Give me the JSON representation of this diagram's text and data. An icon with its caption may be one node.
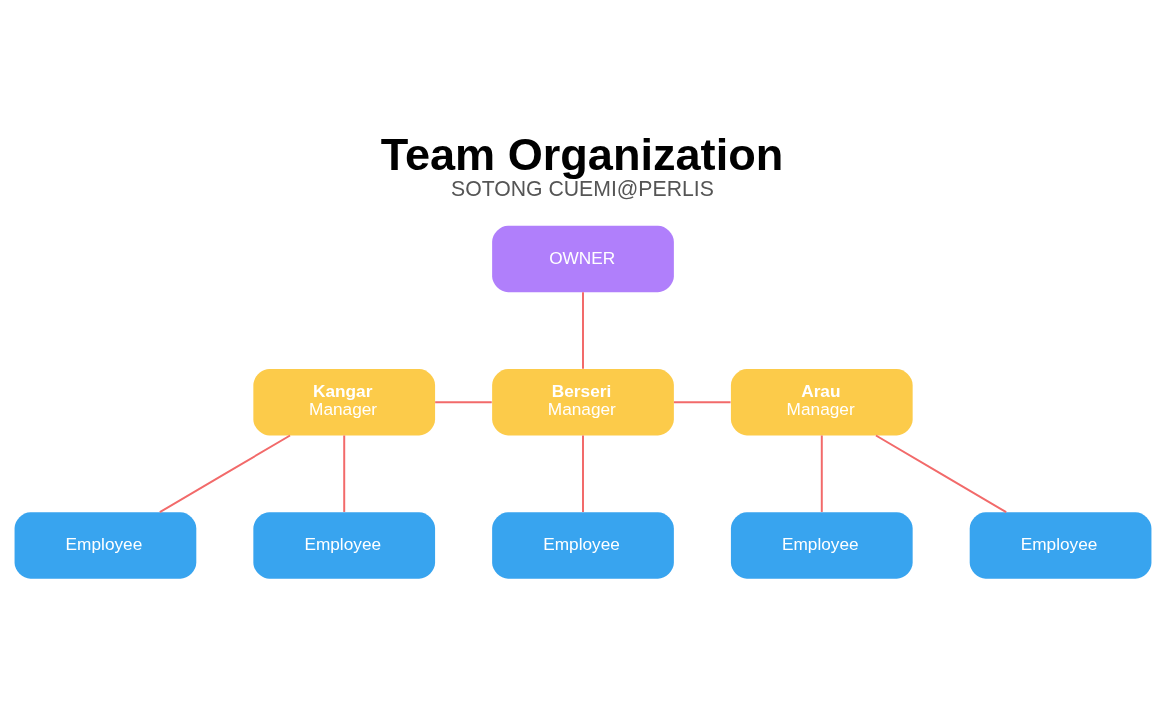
{
  "diagram": {
    "title": "Team Organization",
    "caption": "SOTONG CUEMI@PERLIS",
    "nodes": [
      {
        "text": [
          "OWNER"
        ]
      },
      {
        "text": [
          "Kangar",
          "Manager"
        ]
      },
      {
        "text": [
          "Berseri",
          "Manager"
        ]
      },
      {
        "text": [
          "Arau",
          "Manager"
        ]
      },
      {
        "text": [
          "Employee"
        ]
      },
      {
        "text": [
          "Employee"
        ]
      },
      {
        "text": [
          "Employee"
        ]
      },
      {
        "text": [
          "Employee"
        ]
      },
      {
        "text": [
          "Employee"
        ]
      }
    ],
    "edges": [
      {
        "from": 0,
        "to": 2,
        "arrow": "none"
      },
      {
        "from": 1,
        "to": 2,
        "arrow": "none"
      },
      {
        "from": 2,
        "to": 3,
        "arrow": "none"
      },
      {
        "from": 1,
        "to": 4,
        "arrow": "none"
      },
      {
        "from": 1,
        "to": 5,
        "arrow": "none"
      },
      {
        "from": 2,
        "to": 6,
        "arrow": "none"
      },
      {
        "from": 3,
        "to": 7,
        "arrow": "none"
      },
      {
        "from": 3,
        "to": 8,
        "arrow": "none"
      }
    ]
  }
}
